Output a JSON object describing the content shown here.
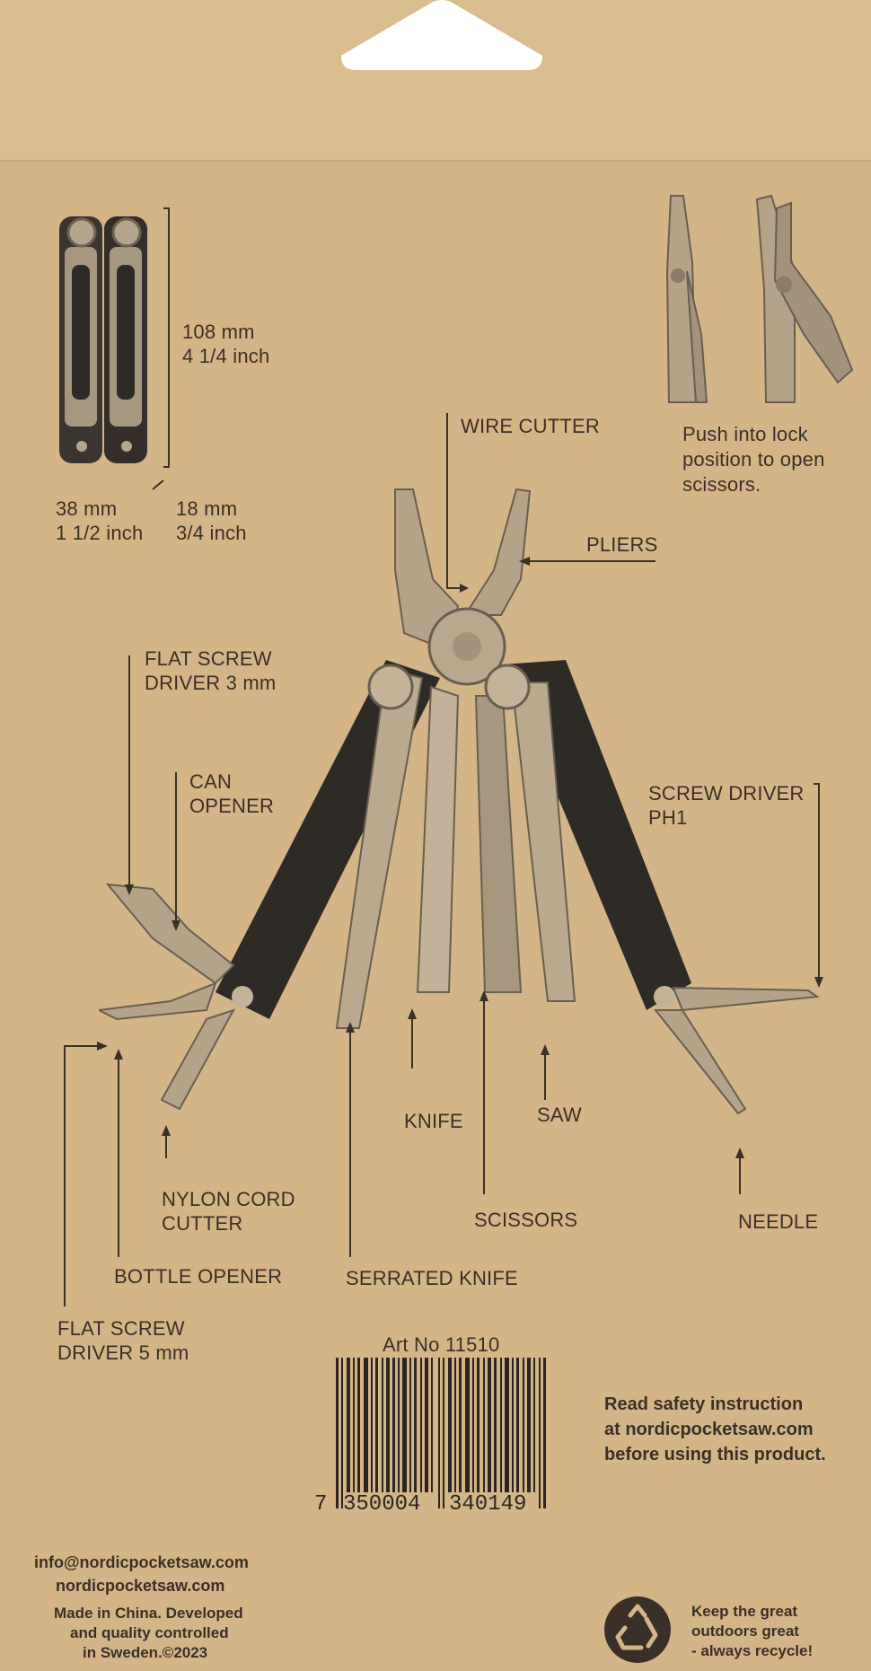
{
  "dimensions": {
    "height_mm": "108 mm",
    "height_inch": "4 1/4 inch",
    "width_mm": "38 mm",
    "width_inch": "1 1/2 inch",
    "depth_mm": "18 mm",
    "depth_inch": "3/4 inch"
  },
  "scissors_note": [
    "Push into lock",
    "position to open",
    "scissors."
  ],
  "tools": {
    "wire_cutter": "WIRE CUTTER",
    "pliers": "PLIERS",
    "flat_screw_3": [
      "FLAT SCREW",
      "DRIVER 3 mm"
    ],
    "can_opener": [
      "CAN",
      "OPENER"
    ],
    "screw_driver_ph1": [
      "SCREW DRIVER",
      "PH1"
    ],
    "knife": "KNIFE",
    "saw": "SAW",
    "nylon_cord_cutter": [
      "NYLON CORD",
      "CUTTER"
    ],
    "scissors": "SCISSORS",
    "needle": "NEEDLE",
    "bottle_opener": "BOTTLE OPENER",
    "serrated_knife": "SERRATED KNIFE",
    "flat_screw_5": [
      "FLAT SCREW",
      "DRIVER 5 mm"
    ]
  },
  "article": "Art No 11510",
  "barcode": {
    "d1": "7",
    "d2": "350004",
    "d3": "340149"
  },
  "safety": [
    "Read safety instruction",
    "at nordicpocketsaw.com",
    "before using this product."
  ],
  "contact": {
    "email": "info@nordicpocketsaw.com",
    "website": "nordicpocketsaw.com",
    "origin": [
      "Made in China. Developed",
      "and quality controlled",
      "in Sweden.©2023"
    ]
  },
  "recycle": [
    "Keep the great",
    "outdoors great",
    "- always recycle!"
  ],
  "icons": [
    "recycle-icon",
    "multitool-closed-icon",
    "multitool-open-icon",
    "scissors-lock-icon"
  ],
  "colors": {
    "cardboard": "#d4b587",
    "ink": "#3a3028",
    "steel": "#b9a78e",
    "handle": "#2e2a26"
  }
}
